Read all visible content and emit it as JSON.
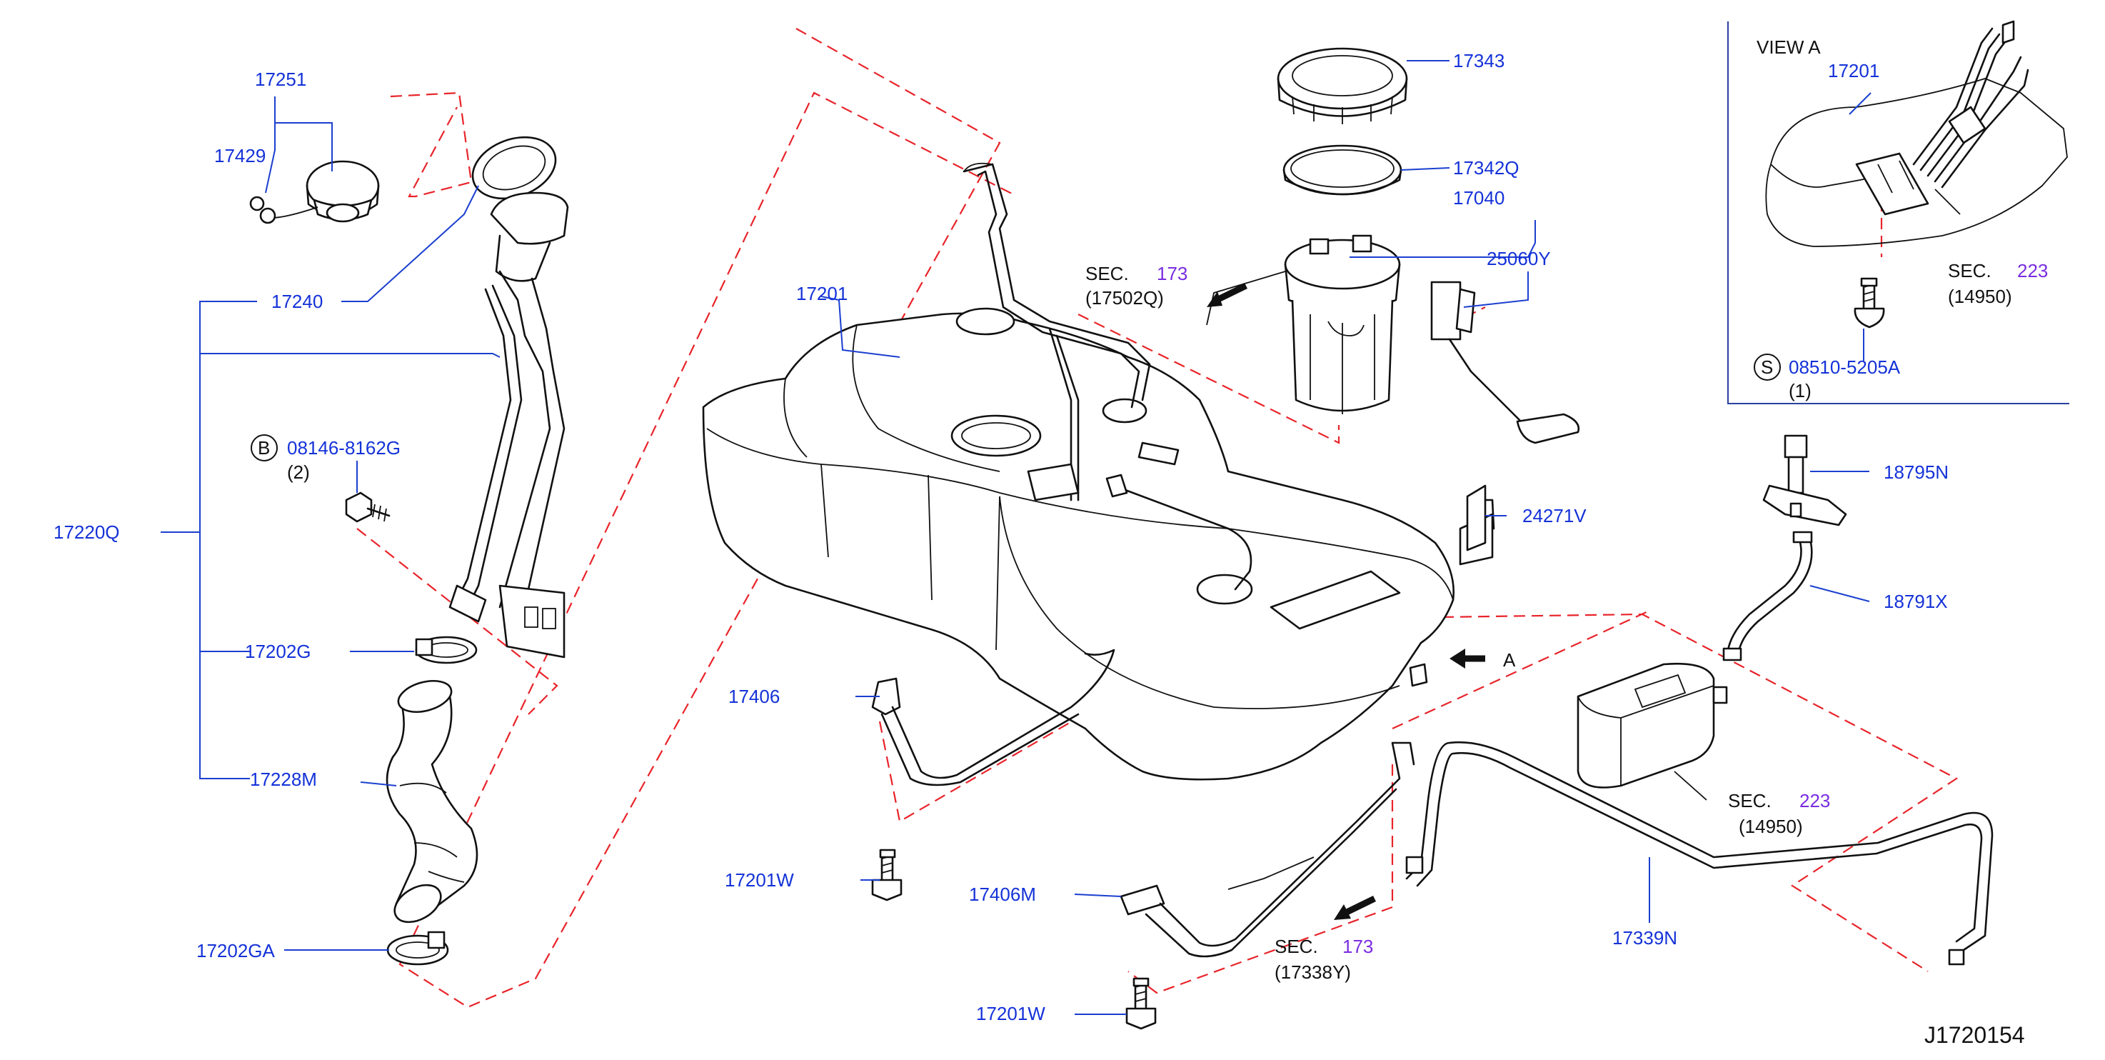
{
  "labels": {
    "p17251": "17251",
    "p17429": "17429",
    "p17240": "17240",
    "p17220Q": "17220Q",
    "p08146": "08146-8162G",
    "p08146_qty": "(2)",
    "p08146_circle": "B",
    "p17202G": "17202G",
    "p17228M": "17228M",
    "p17202GA": "17202GA",
    "p17201": "17201",
    "p17406": "17406",
    "p17201W_a": "17201W",
    "p17406M": "17406M",
    "p17201W_b": "17201W",
    "p17343": "17343",
    "p17342Q": "17342Q",
    "p17040": "17040",
    "p25060Y": "25060Y",
    "p24271V": "24271V",
    "p18795N": "18795N",
    "p18791X": "18791X",
    "p17339N": "17339N",
    "view_a": "VIEW   A",
    "view_17201": "17201",
    "p08510": "08510-5205A",
    "p08510_qty": "(1)",
    "p08510_circle": "S",
    "arrow_a": "A",
    "diagram_code": "J1720154"
  },
  "sections": {
    "sec1_prefix": "SEC.",
    "sec1_num": "173",
    "sec1_ref": "(17502Q)",
    "sec2_prefix": "SEC.",
    "sec2_num": "223",
    "sec2_ref": "(14950)",
    "sec3_prefix": "SEC.",
    "sec3_num": "173",
    "sec3_ref": "(17338Y)",
    "sec4_prefix": "SEC.",
    "sec4_num": "223",
    "sec4_ref": "(14950)"
  },
  "colors": {
    "label": "#1432d8",
    "section_number": "#7a2de0",
    "phantom_line": "#e8242a",
    "part_line": "#111111"
  }
}
